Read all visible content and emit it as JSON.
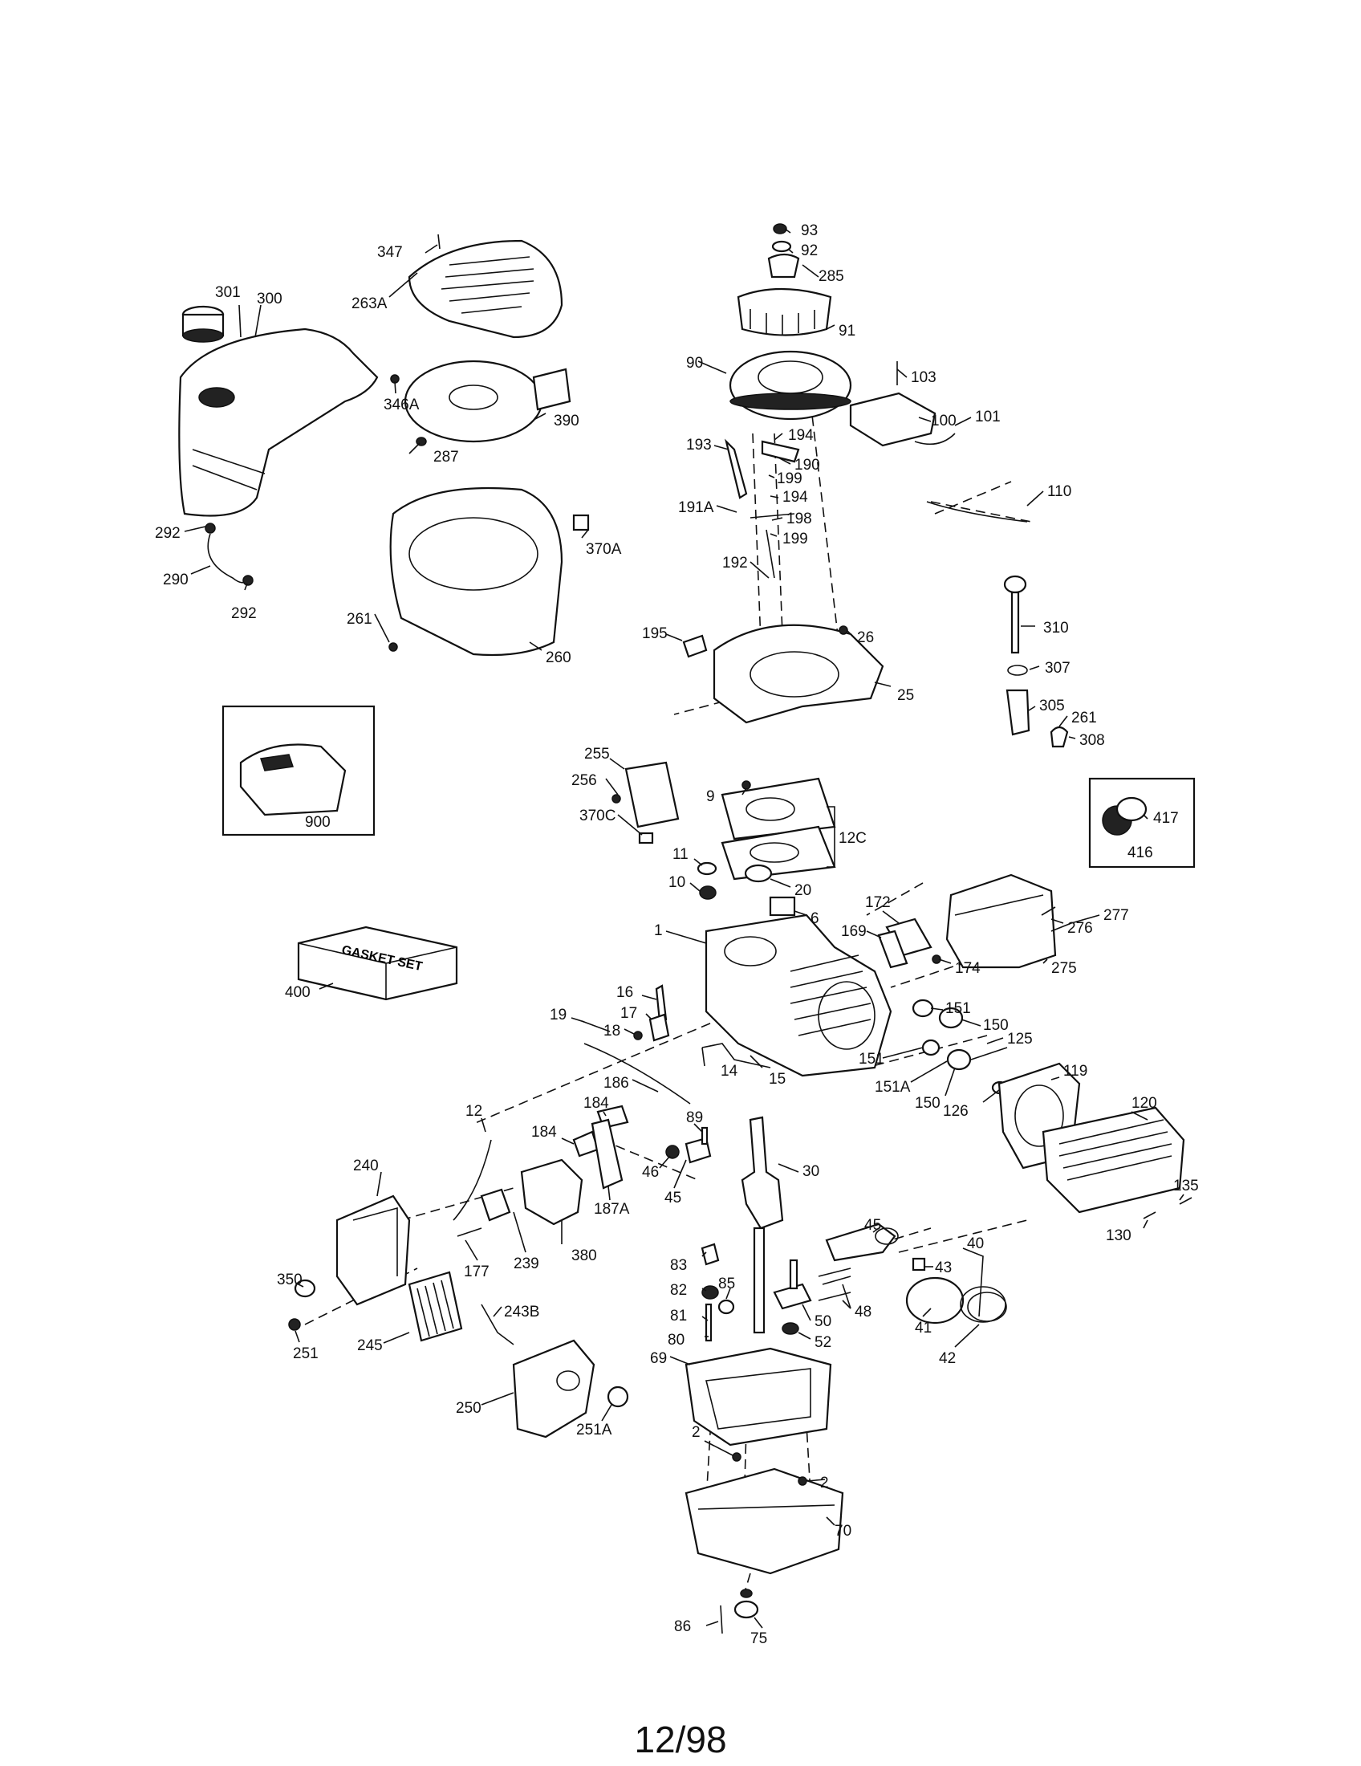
{
  "footer": {
    "page": "12/98"
  },
  "gasket_box_label": "GASKET SET",
  "parts": [
    {
      "key": "p347",
      "num": "347"
    },
    {
      "key": "p263A",
      "num": "263A"
    },
    {
      "key": "p301",
      "num": "301"
    },
    {
      "key": "p300",
      "num": "300"
    },
    {
      "key": "p346A",
      "num": "346A"
    },
    {
      "key": "p287",
      "num": "287"
    },
    {
      "key": "p390",
      "num": "390"
    },
    {
      "key": "p93",
      "num": "93"
    },
    {
      "key": "p92",
      "num": "92"
    },
    {
      "key": "p285",
      "num": "285"
    },
    {
      "key": "p91",
      "num": "91"
    },
    {
      "key": "p90",
      "num": "90"
    },
    {
      "key": "p103",
      "num": "103"
    },
    {
      "key": "p100",
      "num": "100"
    },
    {
      "key": "p101",
      "num": "101"
    },
    {
      "key": "p194a",
      "num": "194"
    },
    {
      "key": "p193",
      "num": "193"
    },
    {
      "key": "p190",
      "num": "190"
    },
    {
      "key": "p199a",
      "num": "199"
    },
    {
      "key": "p194b",
      "num": "194"
    },
    {
      "key": "p191A",
      "num": "191A"
    },
    {
      "key": "p198",
      "num": "198"
    },
    {
      "key": "p199b",
      "num": "199"
    },
    {
      "key": "p110",
      "num": "110"
    },
    {
      "key": "p192",
      "num": "192"
    },
    {
      "key": "p292a",
      "num": "292"
    },
    {
      "key": "p290",
      "num": "290"
    },
    {
      "key": "p292b",
      "num": "292"
    },
    {
      "key": "p370A",
      "num": "370A"
    },
    {
      "key": "p261a",
      "num": "261"
    },
    {
      "key": "p260",
      "num": "260"
    },
    {
      "key": "p195",
      "num": "195"
    },
    {
      "key": "p26",
      "num": "26"
    },
    {
      "key": "p25",
      "num": "25"
    },
    {
      "key": "p310",
      "num": "310"
    },
    {
      "key": "p307",
      "num": "307"
    },
    {
      "key": "p305",
      "num": "305"
    },
    {
      "key": "p261b",
      "num": "261"
    },
    {
      "key": "p308",
      "num": "308"
    },
    {
      "key": "p900",
      "num": "900"
    },
    {
      "key": "p255",
      "num": "255"
    },
    {
      "key": "p256",
      "num": "256"
    },
    {
      "key": "p9",
      "num": "9"
    },
    {
      "key": "p370C",
      "num": "370C"
    },
    {
      "key": "p12C",
      "num": "12C"
    },
    {
      "key": "p417",
      "num": "417"
    },
    {
      "key": "p416",
      "num": "416"
    },
    {
      "key": "p11",
      "num": "11"
    },
    {
      "key": "p10",
      "num": "10"
    },
    {
      "key": "p20",
      "num": "20"
    },
    {
      "key": "p6",
      "num": "6"
    },
    {
      "key": "p172",
      "num": "172"
    },
    {
      "key": "p169",
      "num": "169"
    },
    {
      "key": "p277",
      "num": "277"
    },
    {
      "key": "p276",
      "num": "276"
    },
    {
      "key": "p1",
      "num": "1"
    },
    {
      "key": "p174",
      "num": "174"
    },
    {
      "key": "p275",
      "num": "275"
    },
    {
      "key": "p400",
      "num": "400"
    },
    {
      "key": "p16",
      "num": "16"
    },
    {
      "key": "p17",
      "num": "17"
    },
    {
      "key": "p18",
      "num": "18"
    },
    {
      "key": "p19",
      "num": "19"
    },
    {
      "key": "p151a",
      "num": "151"
    },
    {
      "key": "p150a",
      "num": "150"
    },
    {
      "key": "p125",
      "num": "125"
    },
    {
      "key": "p151b",
      "num": "151"
    },
    {
      "key": "p14",
      "num": "14"
    },
    {
      "key": "p15",
      "num": "15"
    },
    {
      "key": "p119",
      "num": "119"
    },
    {
      "key": "p151A",
      "num": "151A"
    },
    {
      "key": "p150b",
      "num": "150"
    },
    {
      "key": "p126",
      "num": "126"
    },
    {
      "key": "p186",
      "num": "186"
    },
    {
      "key": "p120",
      "num": "120"
    },
    {
      "key": "p12",
      "num": "12"
    },
    {
      "key": "p184a",
      "num": "184"
    },
    {
      "key": "p89",
      "num": "89"
    },
    {
      "key": "p184b",
      "num": "184"
    },
    {
      "key": "p240",
      "num": "240"
    },
    {
      "key": "p46",
      "num": "46"
    },
    {
      "key": "p30",
      "num": "30"
    },
    {
      "key": "p135",
      "num": "135"
    },
    {
      "key": "p45a",
      "num": "45"
    },
    {
      "key": "p187A",
      "num": "187A"
    },
    {
      "key": "p45b",
      "num": "45"
    },
    {
      "key": "p130",
      "num": "130"
    },
    {
      "key": "p239",
      "num": "239"
    },
    {
      "key": "p380",
      "num": "380"
    },
    {
      "key": "p40",
      "num": "40"
    },
    {
      "key": "p177",
      "num": "177"
    },
    {
      "key": "p83",
      "num": "83"
    },
    {
      "key": "p43",
      "num": "43"
    },
    {
      "key": "p350",
      "num": "350"
    },
    {
      "key": "p82",
      "num": "82"
    },
    {
      "key": "p85",
      "num": "85"
    },
    {
      "key": "p243B",
      "num": "243B"
    },
    {
      "key": "p48",
      "num": "48"
    },
    {
      "key": "p81",
      "num": "81"
    },
    {
      "key": "p50",
      "num": "50"
    },
    {
      "key": "p41",
      "num": "41"
    },
    {
      "key": "p251",
      "num": "251"
    },
    {
      "key": "p245",
      "num": "245"
    },
    {
      "key": "p80",
      "num": "80"
    },
    {
      "key": "p52",
      "num": "52"
    },
    {
      "key": "p69",
      "num": "69"
    },
    {
      "key": "p42",
      "num": "42"
    },
    {
      "key": "p250",
      "num": "250"
    },
    {
      "key": "p251A",
      "num": "251A"
    },
    {
      "key": "p2a",
      "num": "2"
    },
    {
      "key": "p2b",
      "num": "2"
    },
    {
      "key": "p70",
      "num": "70"
    },
    {
      "key": "p86",
      "num": "86"
    },
    {
      "key": "p75",
      "num": "75"
    }
  ]
}
